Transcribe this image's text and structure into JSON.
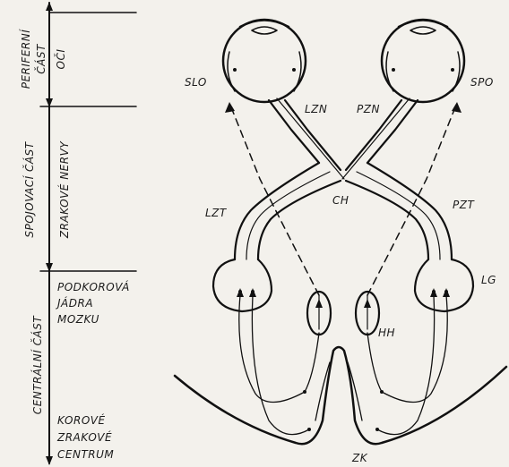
{
  "sections": {
    "peripheral": {
      "line1": "PERIFERNÍ",
      "line2": "ČÁST",
      "line3": "OČI"
    },
    "connecting": {
      "line1": "SPOJOVACÍ ČÁST",
      "line2": "ZRAKOVÉ NERVY"
    },
    "central": {
      "line1": "CENTRÁLNÍ ČÁST"
    }
  },
  "central_items": {
    "subcortical": [
      "PODKOROVÁ",
      "JÁDRA",
      "MOZKU"
    ],
    "cortical": [
      "KOROVÉ",
      "ZRAKOVÉ",
      "CENTRUM"
    ]
  },
  "labels": {
    "slo": "SLO",
    "spo": "SPO",
    "lzn": "LZN",
    "pzn": "PZN",
    "ch": "CH",
    "lzt": "LZT",
    "pzt": "PZT",
    "lg": "LG",
    "hh": "HH",
    "zk": "ZK"
  },
  "colors": {
    "ink": "#111111",
    "paper": "#f3f1ec"
  }
}
